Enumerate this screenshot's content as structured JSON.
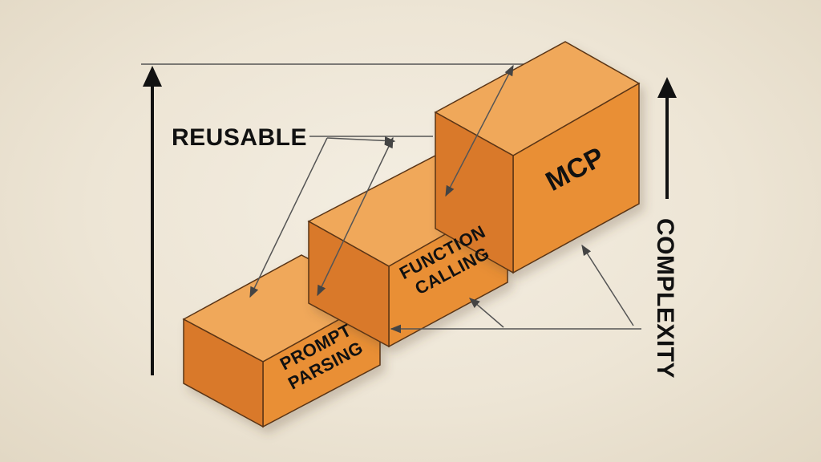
{
  "labels": {
    "reusable": "REUSABLE",
    "complexity": "COMPLEXITY"
  },
  "blocks": [
    {
      "line1": "PROMPT",
      "line2": "PARSING"
    },
    {
      "line1": "FUNCTION",
      "line2": "CALLING"
    },
    {
      "line1": "MCP"
    }
  ],
  "colors": {
    "top_face": "#f0a85a",
    "front_face": "#e98f34",
    "side_face": "#d9792a",
    "edge": "#5a3415",
    "arrow": "#444444",
    "axis": "#111111",
    "background": "#efe8da"
  }
}
